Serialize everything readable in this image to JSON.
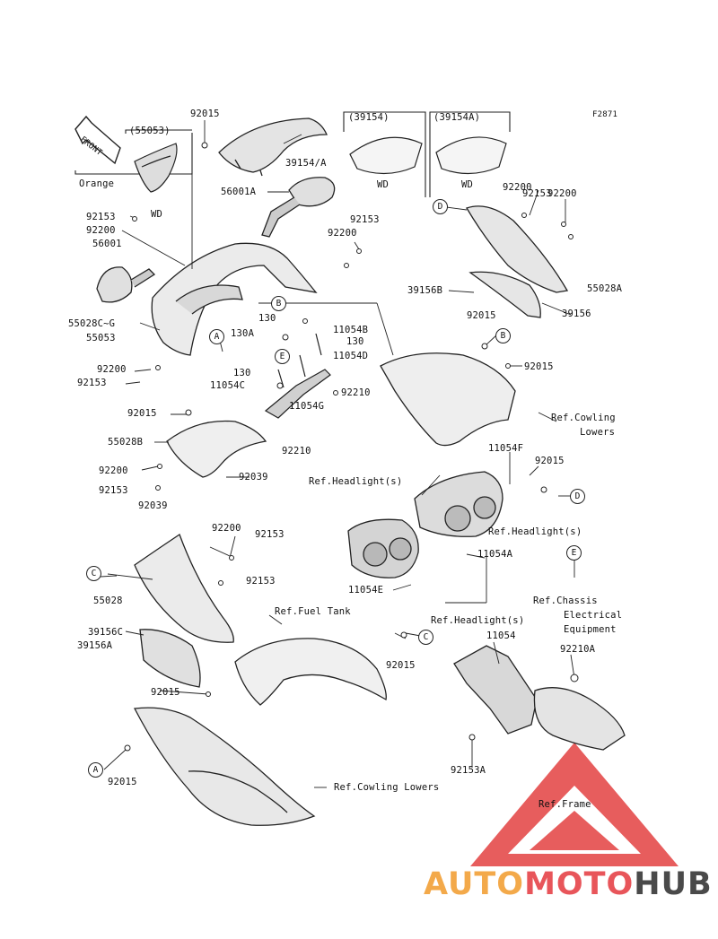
{
  "figure_code": "F2871",
  "front_marker": "FRONT",
  "watermark": {
    "part1": "AUTO",
    "part2": "MOTO",
    "part3": "HUB",
    "colors": {
      "auto": "#f3a94a",
      "moto": "#e8555a",
      "hub": "#4a4a4a",
      "triangle": "#e44b4b"
    }
  },
  "boxes": {
    "box1_title": "(55053)",
    "box1_note": "Orange",
    "box1_variant": "WD",
    "box2_title": "(39154)",
    "box2_variant": "WD",
    "box3_title": "(39154A)",
    "box3_variant": "WD"
  },
  "callouts": {
    "A": "A",
    "B": "B",
    "C": "C",
    "D": "D",
    "E": "E"
  },
  "labels": [
    "92015",
    "39154/A",
    "56001A",
    "92153",
    "92200",
    "56001",
    "92153",
    "92200",
    "55028C~G",
    "55053",
    "130",
    "130A",
    "11054B",
    "130",
    "11054D",
    "92200",
    "92153",
    "130",
    "11054C",
    "92210",
    "11054G",
    "92015",
    "55028B",
    "92210",
    "92200",
    "92039",
    "92153",
    "92039",
    "92200",
    "92153",
    "92153",
    "92153",
    "92200",
    "92200",
    "39156B",
    "55028A",
    "92015",
    "39156",
    "92015",
    "Ref.Cowling",
    "Lowers",
    "11054F",
    "92015",
    "Ref.Headlight(s)",
    "Ref.Headlight(s)",
    "11054A",
    "11054E",
    "Ref.Headlight(s)",
    "Ref.Chassis",
    "Electrical",
    "Equipment",
    "92015",
    "11054",
    "92210A",
    "55028",
    "Ref.Fuel Tank",
    "39156C",
    "39156A",
    "92015",
    "92015",
    "92153A",
    "Ref.Cowling Lowers",
    "Ref.Frame"
  ]
}
